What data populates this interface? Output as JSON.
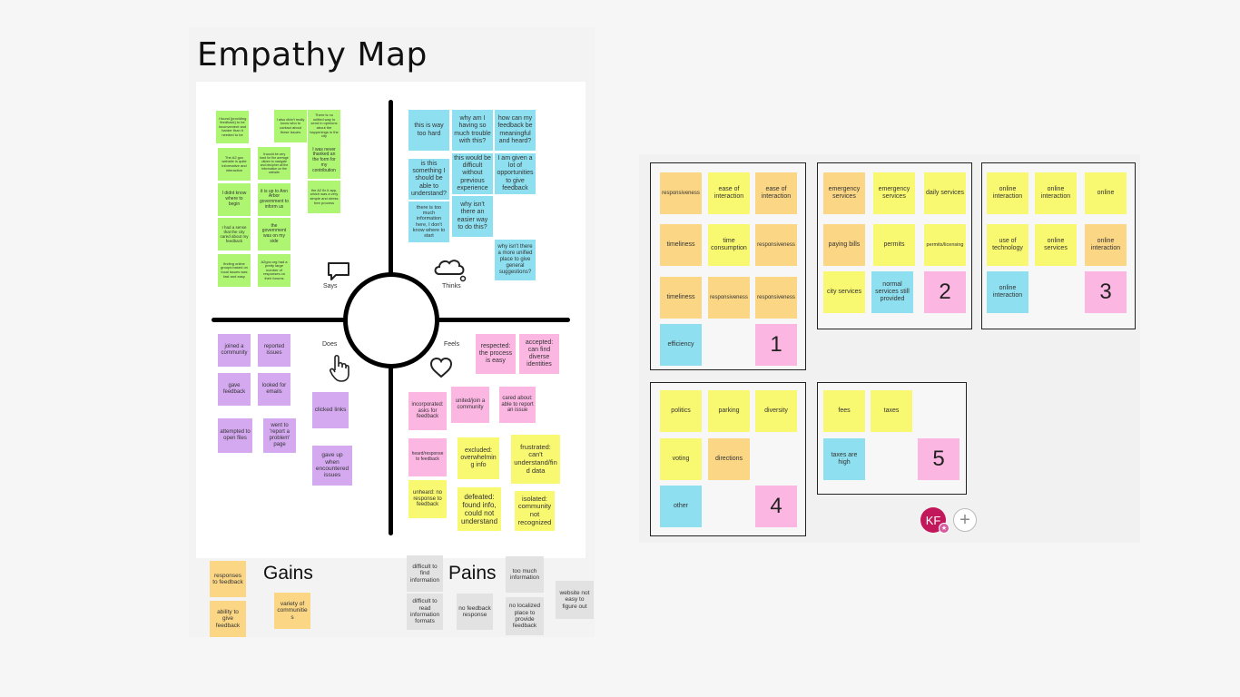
{
  "title": "Empathy Map",
  "quadrants": {
    "says": "Says",
    "thinks": "Thinks",
    "does": "Does",
    "feels": "Feels"
  },
  "says_notes": [
    "I found [providing feedback] to be inconvenient and harder than it needed to be",
    "I also didn't really know who to contact about these issues",
    "There is no unified way to send in opinions about the happenings in the city",
    "The A2 gov website is quite informative and interactive",
    "It would be very hard for the average citizen to navigate and decipher all the information on the website",
    "I was never thanked an the form for my contribution",
    "I didnt know where to begin",
    "it is up to Ann Arbor government to inform us",
    "the A2 fix it app, which was a very simple and stress free process",
    "I had a sense that the city cared about my feedback",
    "the government was on my side",
    "finding online groups based on local issues was fast and easy",
    "A2gov.org had a pretty large number of responses on their forums"
  ],
  "thinks_notes": [
    "this is way too hard",
    "why am I having so much trouble with this?",
    "how can my feedback be meaningful and heard?",
    "is this something I should be able to understand?",
    "this would be difficult without previous experience",
    "I am given a lot of opportunities to give feedback",
    "there is too much information here, I don't know where to start",
    "why isn't there an easier way to do this?",
    "why isn't there a more unified place to give general suggestions?"
  ],
  "does_notes": [
    "joined a community",
    "reported issues",
    "gave feedback",
    "looked for emails",
    "clicked links",
    "attempted to open files",
    "went to 'report a problem' page",
    "gave up when encountered issues"
  ],
  "feels_notes": [
    "respected: the process is easy",
    "accepted: can find diverse identities",
    "incorporated: asks for feedback",
    "united/join a community",
    "cared about: able to report an issue",
    "heard/response to feedback",
    "excluded: overwhelming info",
    "frustrated: can't understand/find data",
    "unheard: no response to feedback",
    "defeated: found info, could not understand",
    "isolated: community not recognized"
  ],
  "gains": {
    "label": "Gains",
    "notes": [
      "responses to feedback",
      "ability to give feedback",
      "variety of communities"
    ]
  },
  "pains": {
    "label": "Pains",
    "notes": [
      "difficult to find information",
      "too much information",
      "website not easy to figure out",
      "difficult to read information formats",
      "no feedback response",
      "no localized place to provide feedback"
    ]
  },
  "groups": [
    {
      "number": "1",
      "notes": [
        "responsiveness",
        "ease of interaction",
        "ease of interaction",
        "timeliness",
        "time consumption",
        "responsiveness",
        "timeliness",
        "responsiveness",
        "responsiveness",
        "efficiency"
      ]
    },
    {
      "number": "2",
      "notes": [
        "emergency services",
        "emergency services",
        "daily services",
        "paying bills",
        "permits",
        "permits/licensing",
        "city services",
        "normal services still provided"
      ]
    },
    {
      "number": "3",
      "notes": [
        "online interaction",
        "online interaction",
        "online",
        "use of technology",
        "online services",
        "online interaction",
        "online interaction"
      ]
    },
    {
      "number": "4",
      "notes": [
        "politics",
        "parking",
        "diversity",
        "voting",
        "directions",
        "other"
      ]
    },
    {
      "number": "5",
      "notes": [
        "fees",
        "taxes",
        "taxes are high"
      ]
    }
  ],
  "collaborators": {
    "avatar_initials": "KF",
    "add_label": "+"
  },
  "colors": {
    "yellow": "#f9f871",
    "orange": "#fbd685",
    "blue": "#8ee0f0",
    "pink": "#fbb6e2",
    "green": "#aef572",
    "purple": "#d4a9f0",
    "gray": "#e2e2e2"
  }
}
